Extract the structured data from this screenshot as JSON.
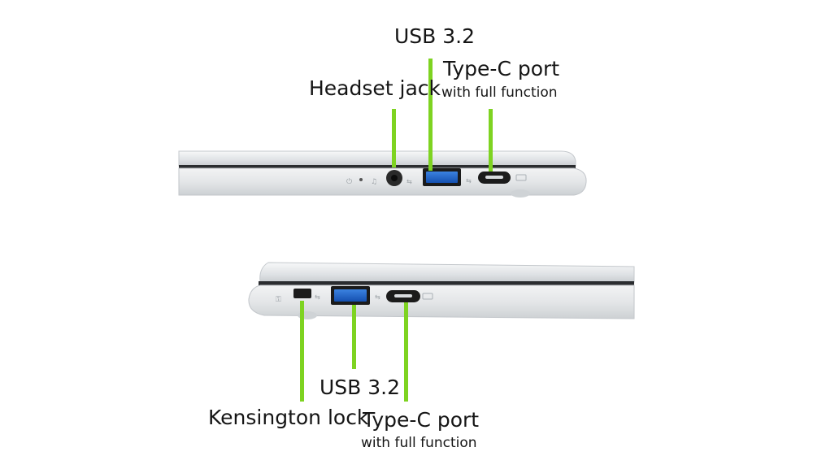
{
  "top_view": {
    "usb_label": "USB 3.2",
    "typec_label": "Type-C port",
    "typec_sub": "with full function",
    "headset_label": "Headset jack"
  },
  "bottom_view": {
    "usb_label": "USB 3.2",
    "kensington_label": "Kensington lock",
    "typec_label": "Type-C port",
    "typec_sub": "with full function"
  },
  "colors": {
    "callout_line": "#7ed321",
    "usb_port_blue": "#1e63c9",
    "chassis_silver": "#e6e8ea"
  }
}
